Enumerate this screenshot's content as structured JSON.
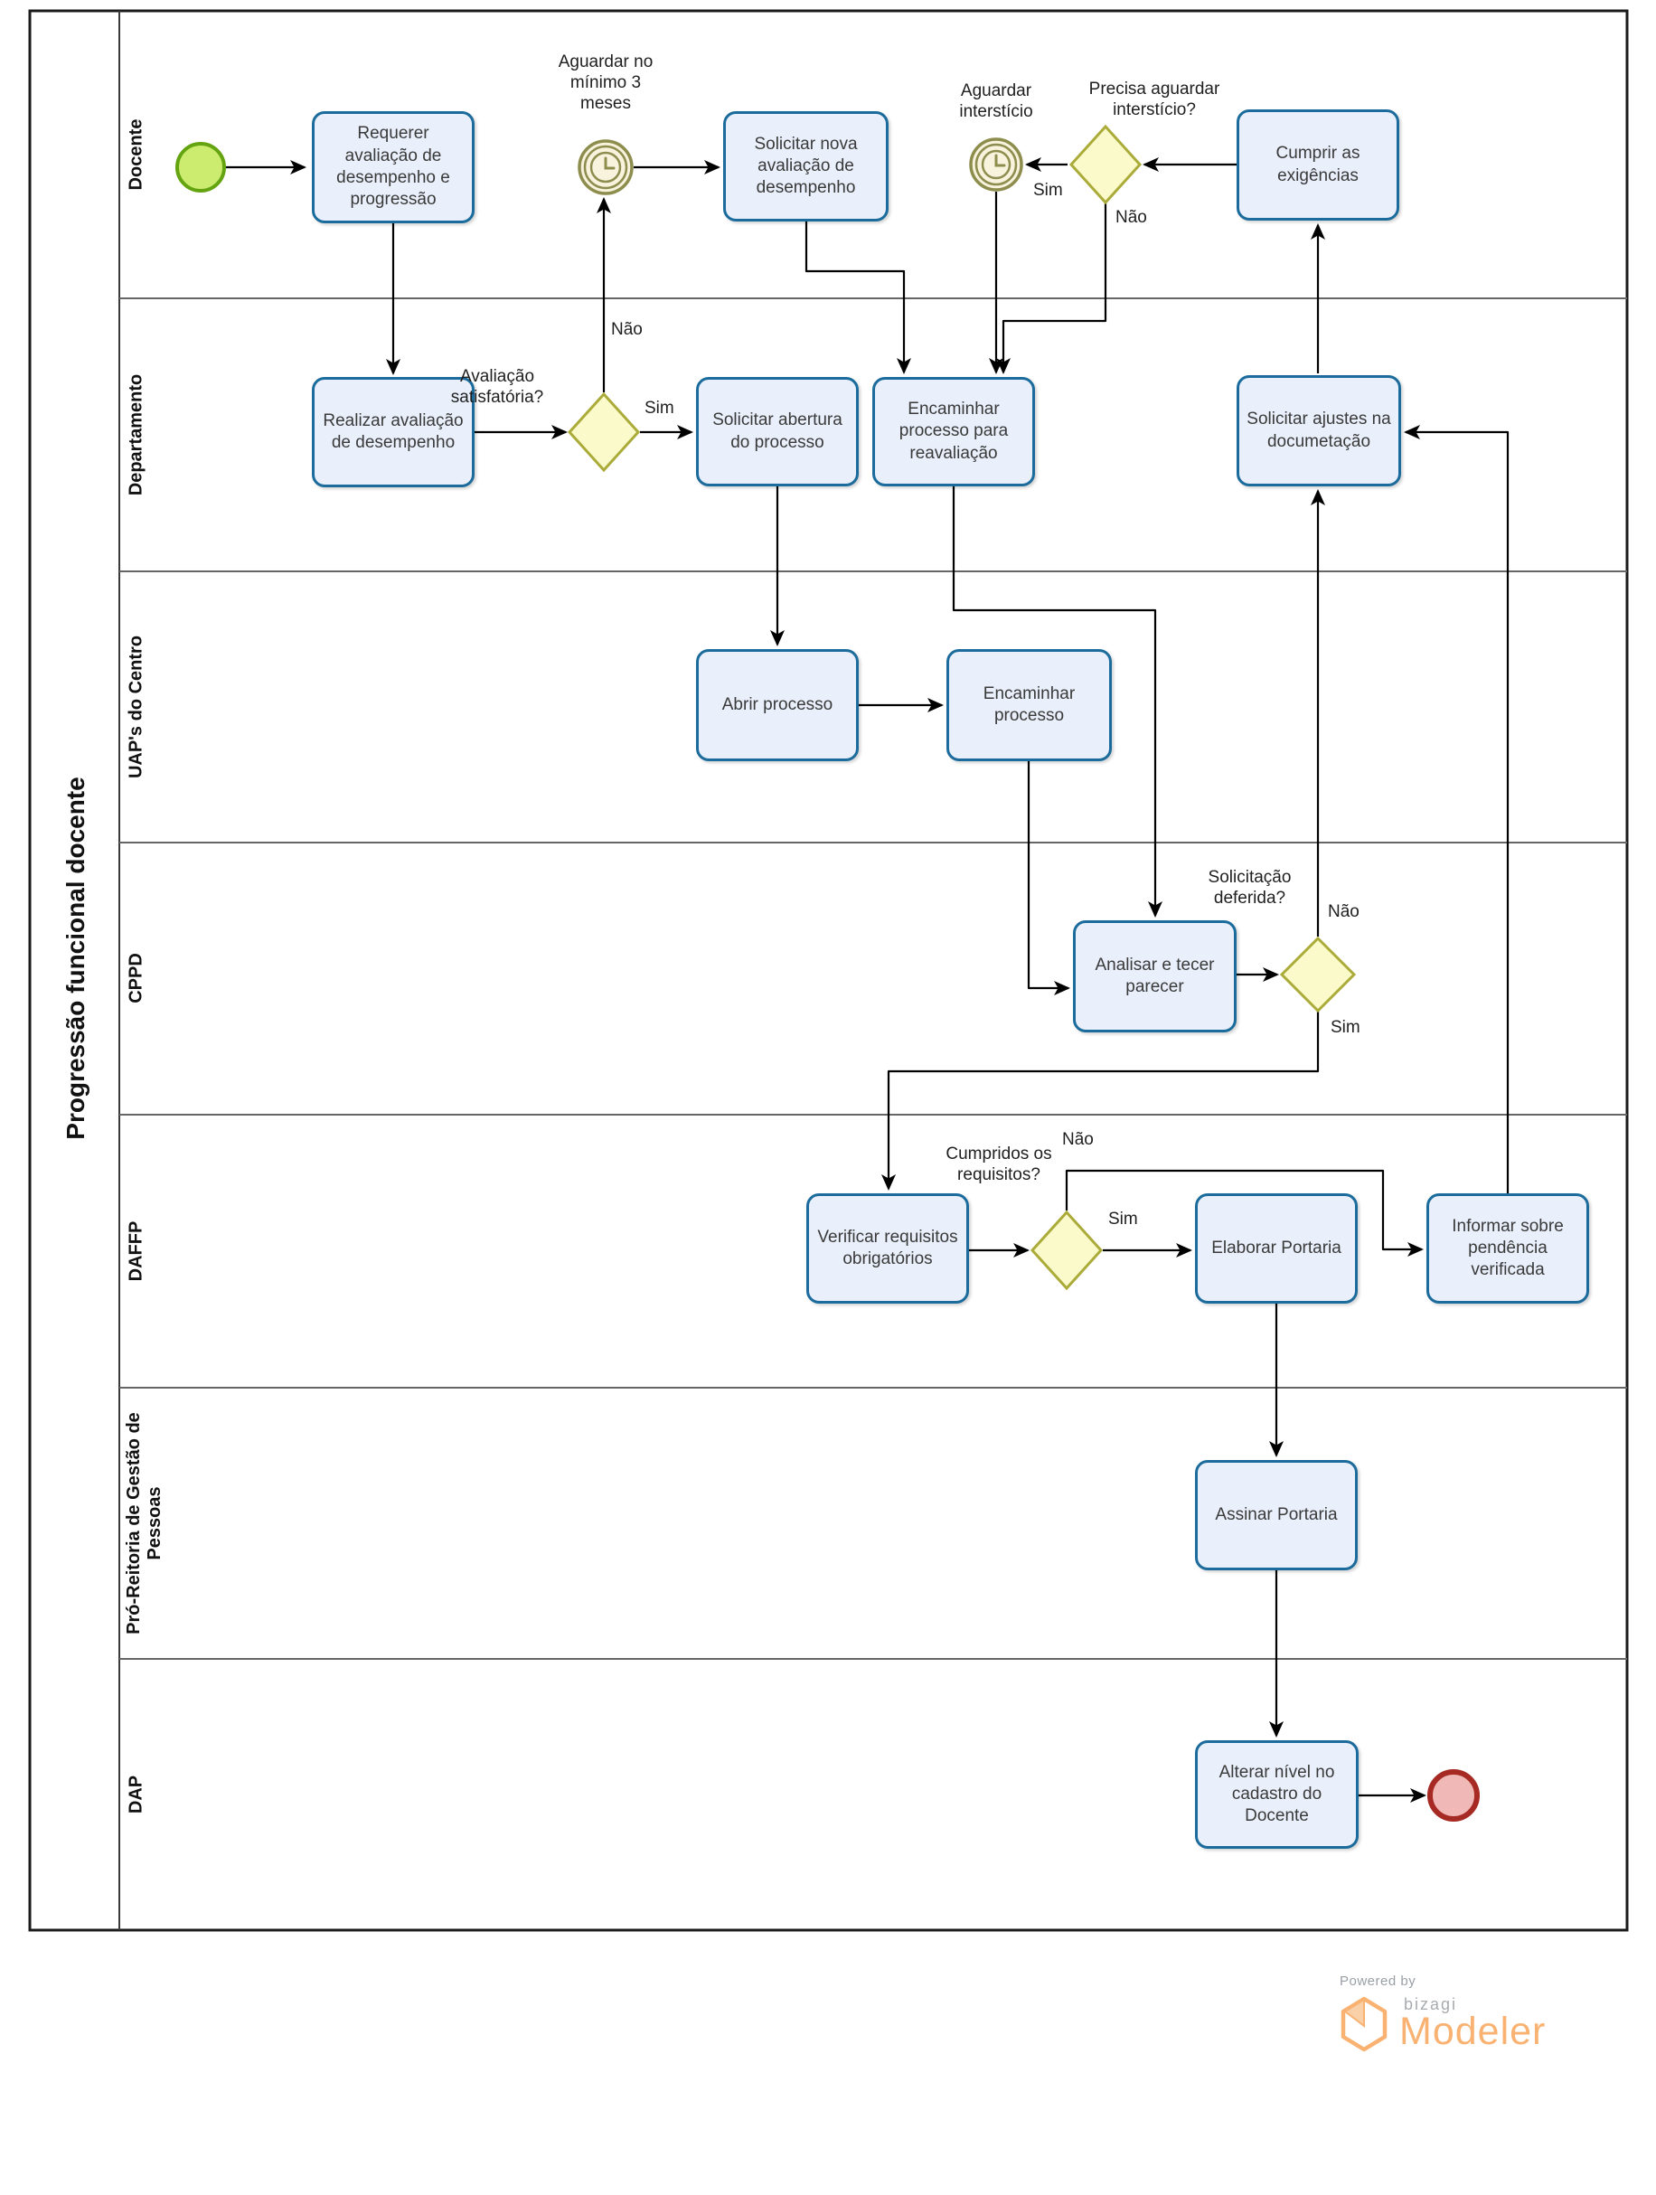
{
  "pool": {
    "title": "Progressão funcional docente"
  },
  "lanes": [
    {
      "label": "Docente"
    },
    {
      "label": "Departamento"
    },
    {
      "label": "UAP's do Centro"
    },
    {
      "label": "CPPD"
    },
    {
      "label": "DAFFP"
    },
    {
      "label": "Pró-Reitoria de Gestão de Pessoas"
    },
    {
      "label": "DAP"
    }
  ],
  "tasks": {
    "requerer": {
      "label": "Requerer avaliação de desempenho e progressão"
    },
    "solicitar_nova": {
      "label": "Solicitar nova avaliação de desempenho"
    },
    "cumprir": {
      "label": "Cumprir as exigências"
    },
    "realizar": {
      "label": "Realizar avaliação de desempenho"
    },
    "solicitar_abertura": {
      "label": "Solicitar abertura do processo"
    },
    "encaminhar_reavaliacao": {
      "label": "Encaminhar processo para reavaliação"
    },
    "solicitar_ajustes": {
      "label": "Solicitar ajustes na documetação"
    },
    "abrir_processo": {
      "label": "Abrir processo"
    },
    "encaminhar_processo": {
      "label": "Encaminhar processo"
    },
    "analisar": {
      "label": "Analisar e tecer parecer"
    },
    "verificar": {
      "label": "Verificar requisitos obrigatórios"
    },
    "elaborar": {
      "label": "Elaborar Portaria"
    },
    "informar": {
      "label": "Informar sobre pendência verificada"
    },
    "assinar": {
      "label": "Assinar Portaria"
    },
    "alterar": {
      "label": "Alterar nível no cadastro do Docente"
    }
  },
  "events": {
    "timer_minimo": {
      "label": "Aguardar no mínimo 3 meses"
    },
    "timer_intersticio": {
      "label": "Aguardar interstício"
    }
  },
  "gateways": {
    "avaliacao": {
      "question": "Avaliação satisfatória?",
      "sim": "Sim",
      "nao": "Não"
    },
    "precisa": {
      "question": "Precisa aguardar interstício?",
      "sim": "Sim",
      "nao": "Não"
    },
    "deferida": {
      "question": "Solicitação deferida?",
      "sim": "Sim",
      "nao": "Não"
    },
    "cumpridos": {
      "question": "Cumpridos os requisitos?",
      "sim": "Sim",
      "nao": "Não"
    }
  },
  "logo": {
    "powered_by": "Powered by",
    "brand": "bizagi",
    "product": "Modeler"
  },
  "colors": {
    "task_fill": "#E9EFFB",
    "task_border": "#1B6C9C",
    "gateway_fill": "#FBFACB",
    "gateway_border": "#ABAB39",
    "start_fill": "#CBEC6E",
    "start_border": "#64A411",
    "end_fill": "#F0B8B6",
    "end_border": "#A62A23",
    "timer_stroke": "#8D8D4E",
    "timer_fill": "#F7F3DD",
    "flow": "#000000",
    "lane_line": "#666666",
    "pool_border": "#1a1a1a",
    "logo_orange": "#F9B271",
    "logo_gray": "#9aa0a6"
  }
}
